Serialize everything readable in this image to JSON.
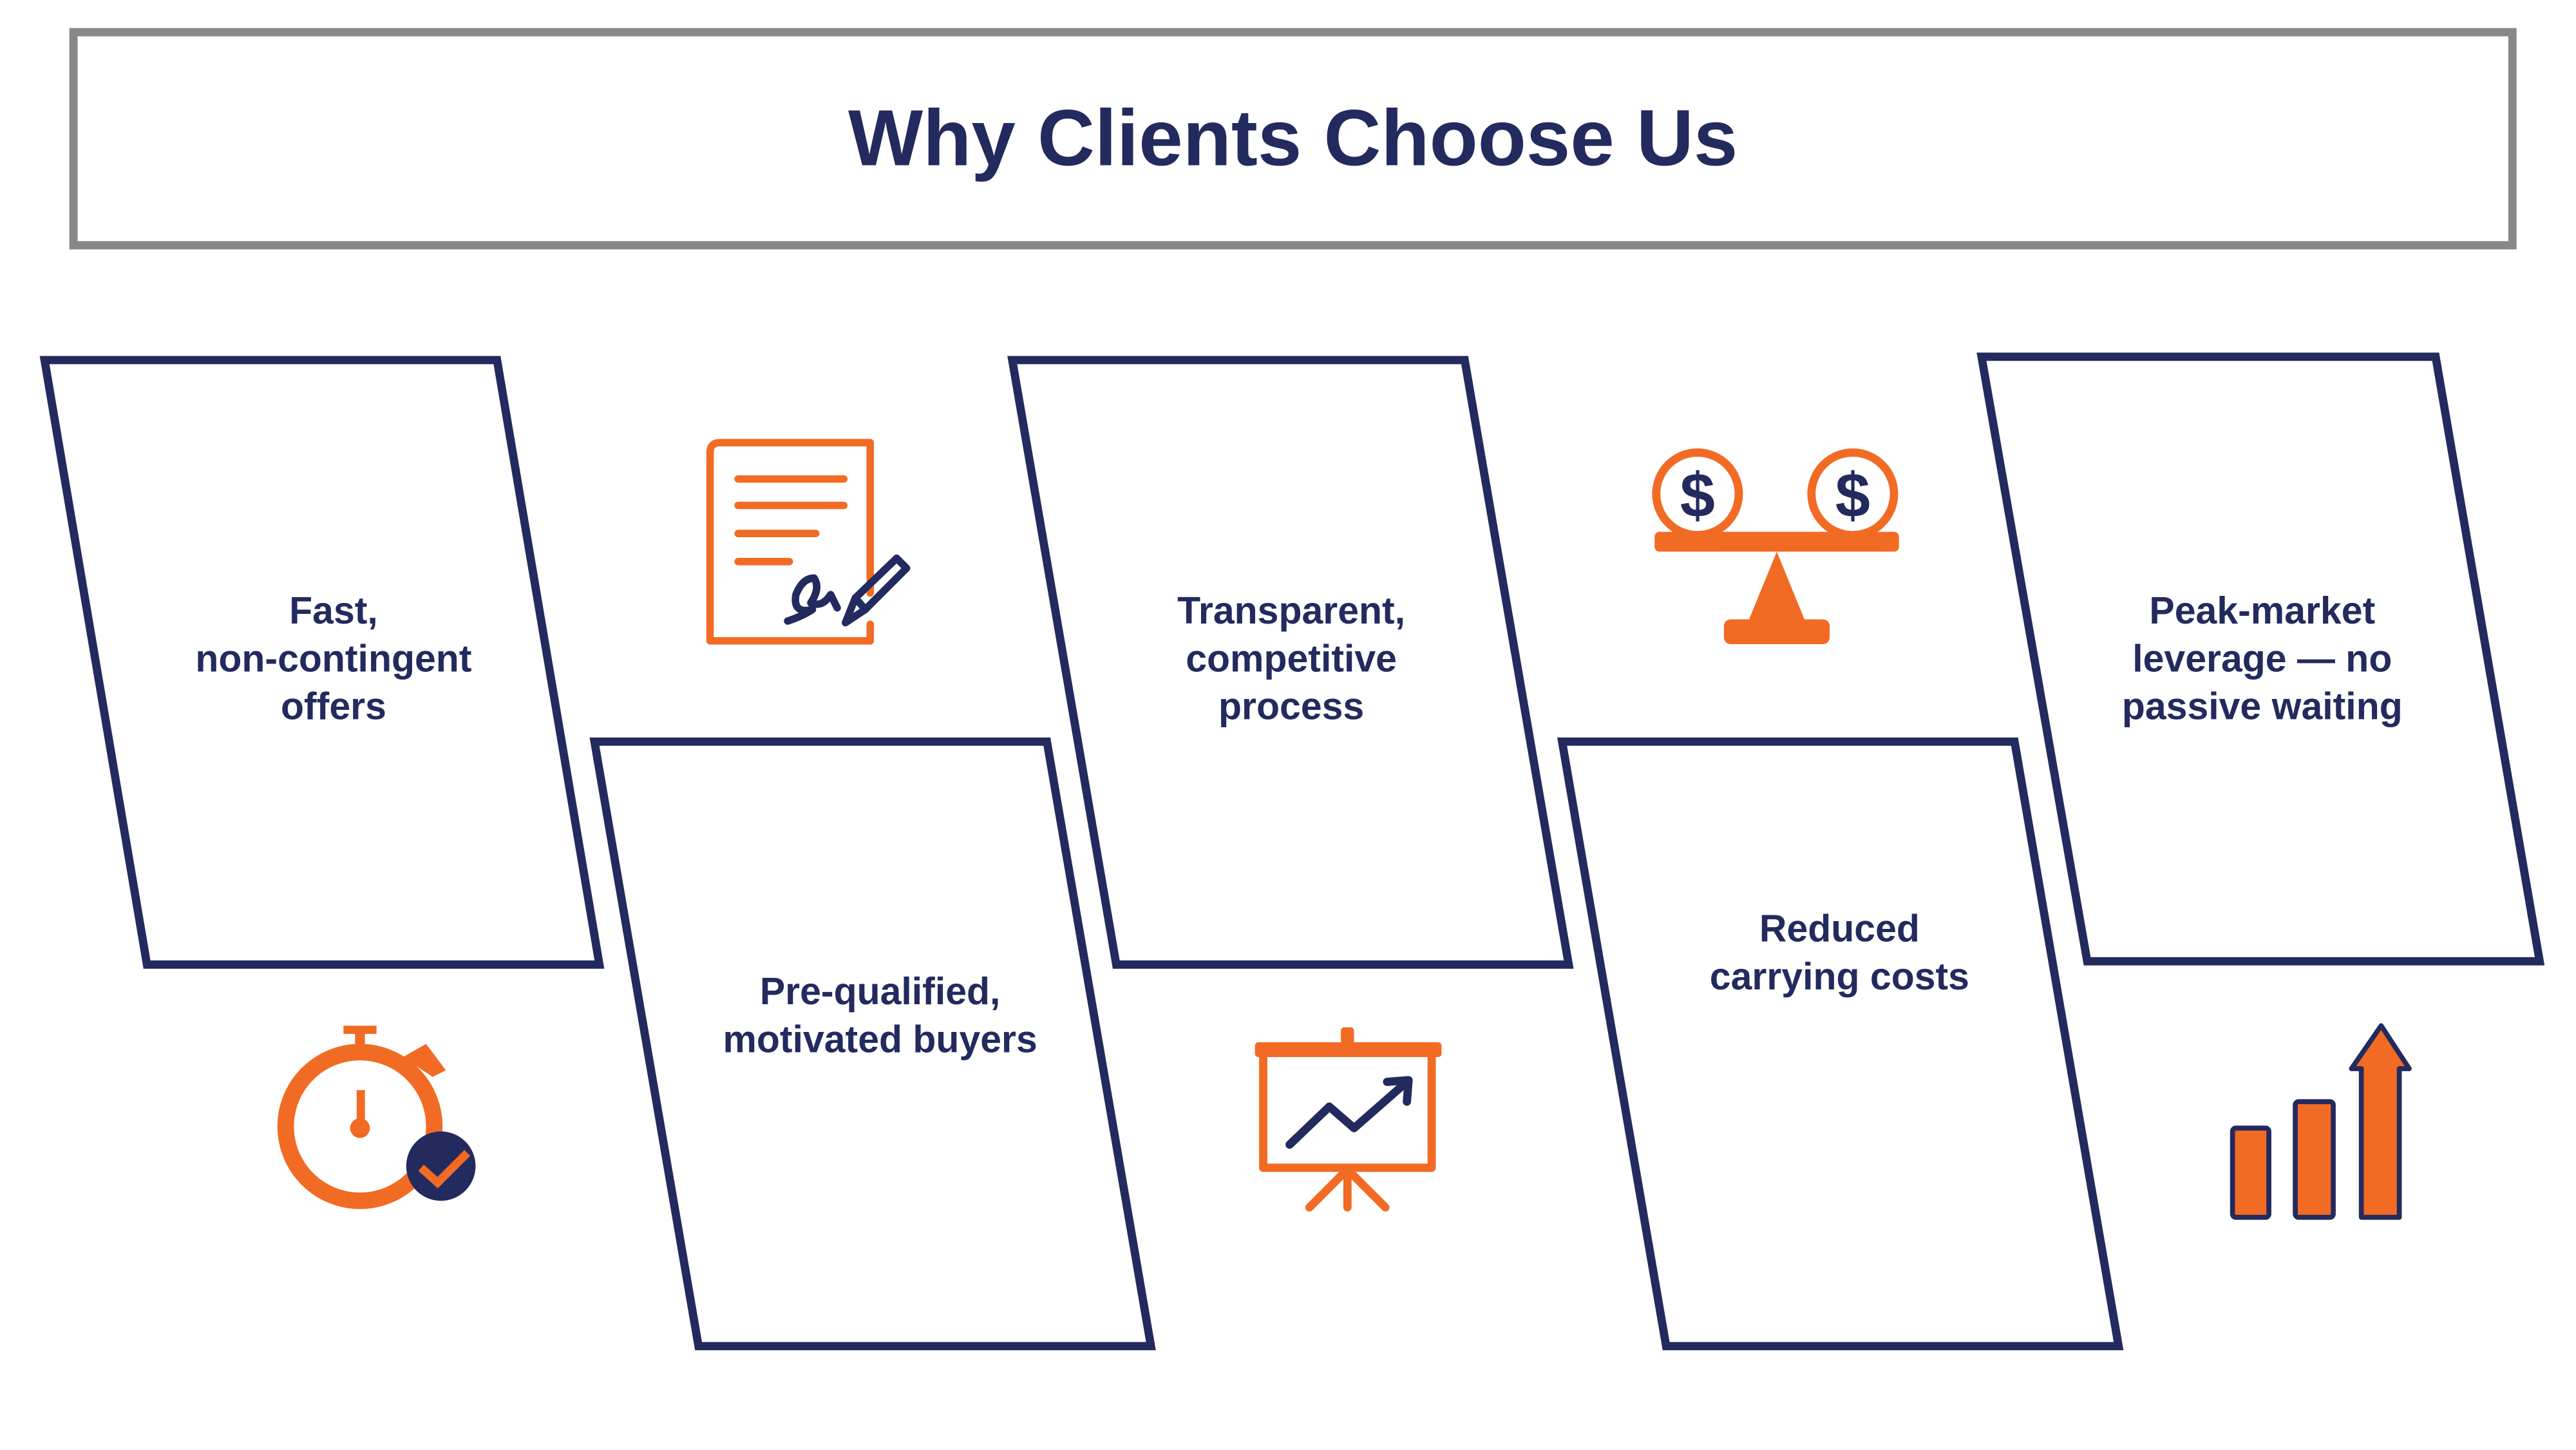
{
  "title": "Why Clients Choose Us",
  "colors": {
    "navy": "#232a5e",
    "orange": "#f26b24",
    "frame": "#888888"
  },
  "cards": [
    {
      "label": "Fast,\nnon-contingent\noffers",
      "icon": "stopwatch-check-icon"
    },
    {
      "label": "Pre-qualified,\nmotivated buyers",
      "icon": "signed-document-icon"
    },
    {
      "label": "Transparent,\ncompetitive\nprocess",
      "icon": "presentation-chart-icon"
    },
    {
      "label": "Reduced\ncarrying costs",
      "icon": "balance-scale-dollar-icon"
    },
    {
      "label": "Peak-market\nleverage — no\npassive waiting",
      "icon": "growth-bar-chart-icon"
    }
  ]
}
